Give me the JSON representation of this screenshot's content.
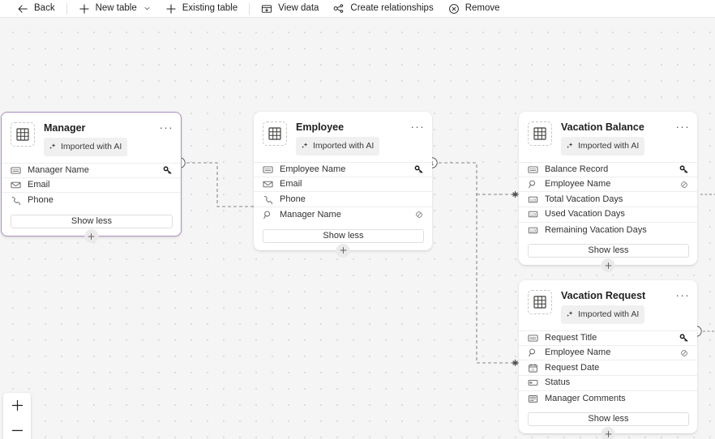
{
  "toolbar": {
    "items": [
      {
        "label": "Back",
        "icon": "arrow-left-icon"
      },
      {
        "label": "New table",
        "icon": "plus-icon",
        "has_chevron": true
      },
      {
        "label": "Existing table",
        "icon": "plus-icon"
      },
      {
        "label": "View data",
        "icon": "view-data-icon"
      },
      {
        "label": "Create relationships",
        "icon": "relationships-icon"
      },
      {
        "label": "Remove",
        "icon": "remove-circle-icon"
      }
    ]
  },
  "canvas": {
    "show_less_label": "Show less",
    "ai_badge_label": "Imported with AI",
    "more_glyph": "···",
    "cardinality_one": "1",
    "tables": [
      {
        "name": "Manager",
        "selected": true,
        "badge": "Imported with AI",
        "fields": [
          {
            "label": "Manager Name",
            "icon": "text-field-icon",
            "right_icon": "primary-key-icon"
          },
          {
            "label": "Email",
            "icon": "email-field-icon",
            "right_icon": ""
          },
          {
            "label": "Phone",
            "icon": "phone-field-icon",
            "right_icon": ""
          }
        ],
        "show_less": "Show less"
      },
      {
        "name": "Employee",
        "selected": false,
        "badge": "Imported with AI",
        "fields": [
          {
            "label": "Employee Name",
            "icon": "text-field-icon",
            "right_icon": "primary-key-icon"
          },
          {
            "label": "Email",
            "icon": "email-field-icon",
            "right_icon": ""
          },
          {
            "label": "Phone",
            "icon": "phone-field-icon",
            "right_icon": ""
          },
          {
            "label": "Manager Name",
            "icon": "lookup-field-icon",
            "right_icon": "relationship-icon"
          }
        ],
        "show_less": "Show less"
      },
      {
        "name": "Vacation Balance",
        "selected": false,
        "badge": "Imported with AI",
        "fields": [
          {
            "label": "Balance Record",
            "icon": "text-field-icon",
            "right_icon": "primary-key-icon"
          },
          {
            "label": "Employee Name",
            "icon": "lookup-field-icon",
            "right_icon": "relationship-icon"
          },
          {
            "label": "Total Vacation Days",
            "icon": "number-field-icon",
            "right_icon": ""
          },
          {
            "label": "Used Vacation Days",
            "icon": "number-field-icon",
            "right_icon": ""
          },
          {
            "label": "Remaining Vacation Days",
            "icon": "number-field-icon",
            "right_icon": ""
          }
        ],
        "show_less": "Show less"
      },
      {
        "name": "Vacation Request",
        "selected": false,
        "badge": "Imported with AI",
        "fields": [
          {
            "label": "Request Title",
            "icon": "text-field-icon",
            "right_icon": "primary-key-icon"
          },
          {
            "label": "Employee Name",
            "icon": "lookup-field-icon",
            "right_icon": "relationship-icon"
          },
          {
            "label": "Request Date",
            "icon": "date-field-icon",
            "right_icon": ""
          },
          {
            "label": "Status",
            "icon": "choice-field-icon",
            "right_icon": ""
          },
          {
            "label": "Manager Comments",
            "icon": "multiline-text-field-icon",
            "right_icon": ""
          }
        ],
        "show_less": "Show less"
      }
    ]
  },
  "zoom_control": {
    "zoom_in_label": "+",
    "zoom_out_label": "−"
  },
  "colors": {
    "canvas_bg": "#f5f5f5",
    "dot": "#d7d7d7",
    "card_bg": "#ffffff",
    "selection_border": "#b18fc0",
    "connector": "#8a8886",
    "text_primary": "#201f1e",
    "text_secondary": "#605e5c",
    "badge_bg": "#f0f0f0"
  }
}
